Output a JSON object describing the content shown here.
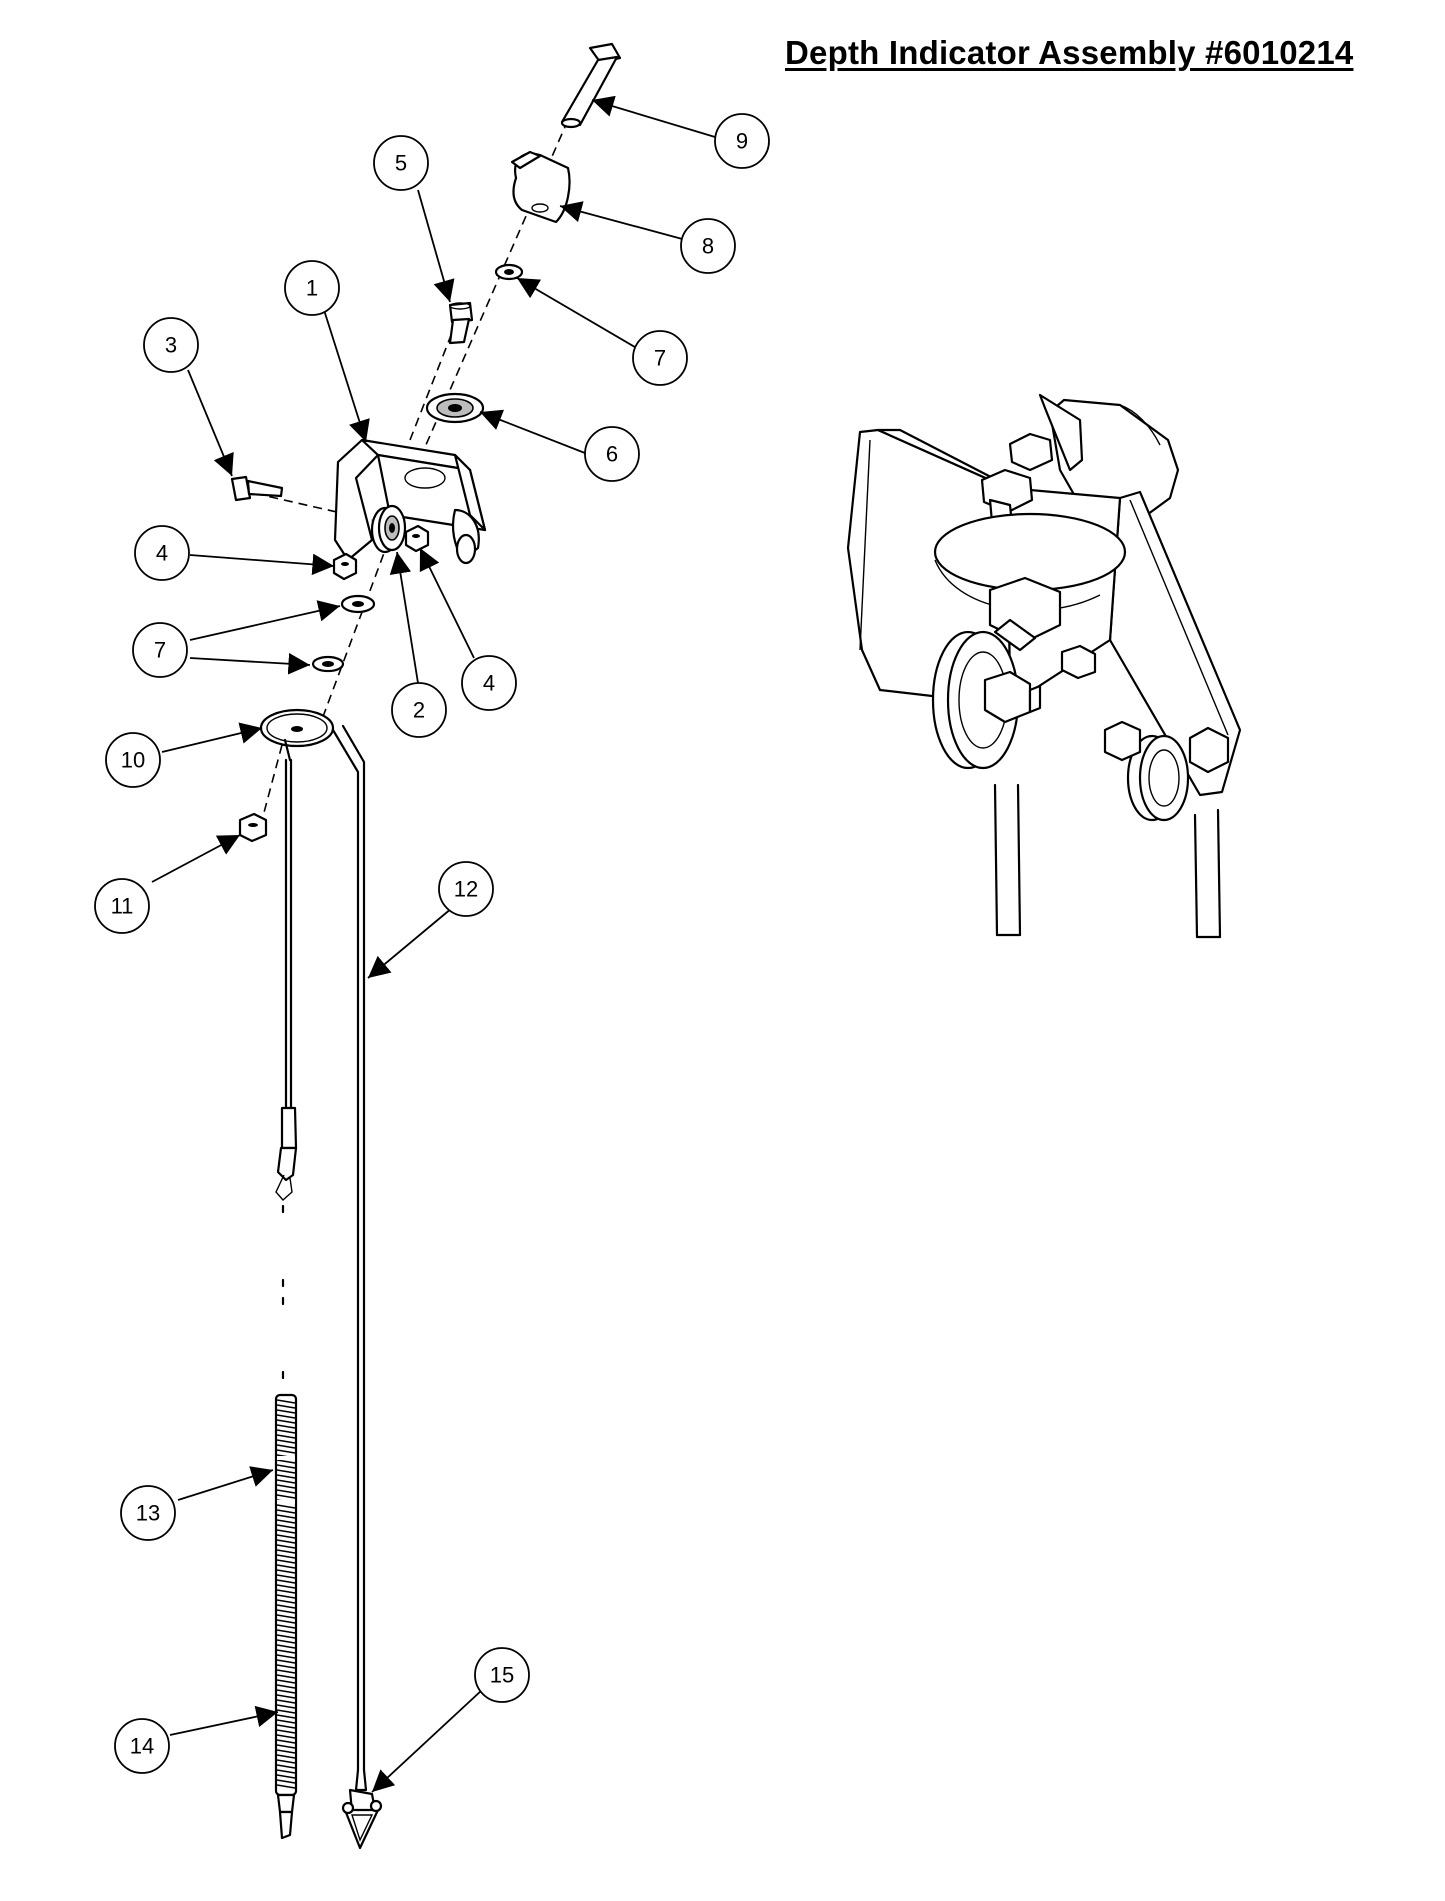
{
  "title": "Depth Indicator Assembly #6010214",
  "callouts": [
    "1",
    "2",
    "3",
    "4",
    "5",
    "6",
    "7",
    "8",
    "9",
    "10",
    "11",
    "12",
    "13",
    "14",
    "15"
  ],
  "colors": {
    "ink": "#000000",
    "paper": "#ffffff"
  }
}
